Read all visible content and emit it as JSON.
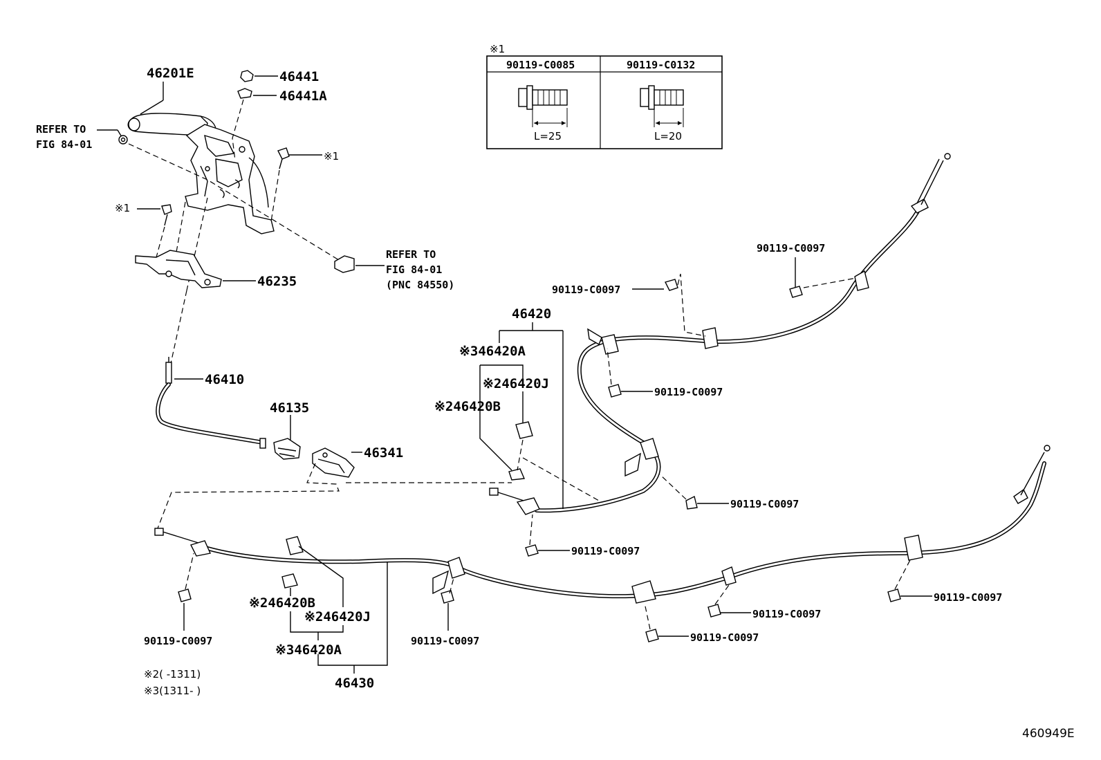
{
  "parts": {
    "lever": "46201E",
    "knob_cap": "46441",
    "knob_cap_a": "46441A",
    "bracket": "46235",
    "front_cable": "46410",
    "equalizer": "46135",
    "equalizer_yoke": "46341",
    "rh_cable": "46420",
    "rh_cable_a": "※346420A",
    "rh_clamp_j": "※246420J",
    "rh_clamp_b": "※246420B",
    "lh_cable": "46430",
    "lh_clamp_b": "※246420B",
    "lh_clamp_j": "※246420J",
    "lh_cable_a": "※346420A",
    "bolt": "90119-C0097",
    "bolt_note": "※1"
  },
  "refs": {
    "ref1_line1": "REFER TO",
    "ref1_line2": "FIG 84-01",
    "ref2_line1": "REFER TO",
    "ref2_line2": "FIG 84-01",
    "ref2_line3": "(PNC 84550)"
  },
  "bolt_table": {
    "mark": "※1",
    "columns": [
      {
        "part": "90119-C0085",
        "length": "L=25"
      },
      {
        "part": "90119-C0132",
        "length": "L=20"
      }
    ]
  },
  "footnotes": {
    "note2": "※2(     -1311)",
    "note3": "※3(1311-     )"
  },
  "figure_id": "460949E"
}
